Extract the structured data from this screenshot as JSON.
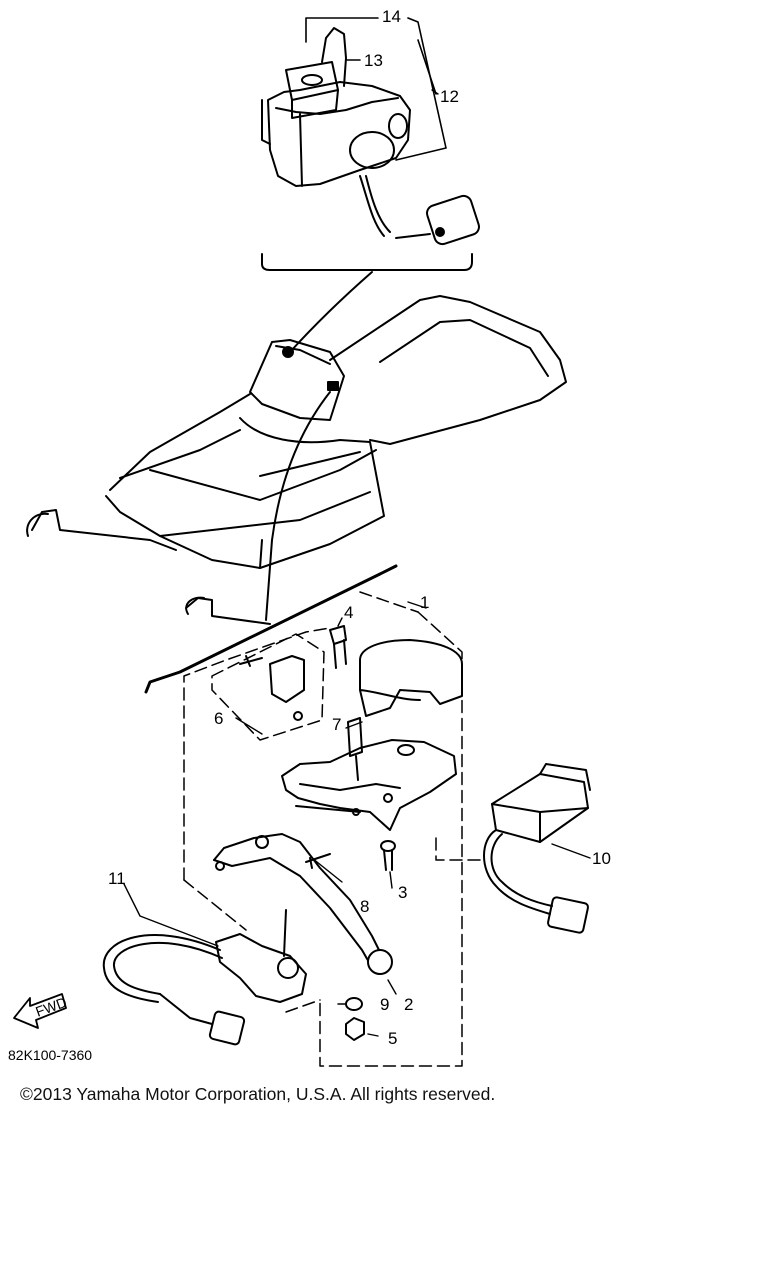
{
  "callouts": {
    "c1": "1",
    "c2": "2",
    "c3": "3",
    "c4": "4",
    "c5": "5",
    "c6": "6",
    "c7": "7",
    "c8": "8",
    "c9": "9",
    "c10": "10",
    "c11": "11",
    "c12": "12",
    "c13": "13",
    "c14": "14"
  },
  "fwd_arrow_label": "FWD",
  "diagram_code": "82K100-7360",
  "copyright": "©2013 Yamaha Motor Corporation, U.S.A. All rights reserved."
}
